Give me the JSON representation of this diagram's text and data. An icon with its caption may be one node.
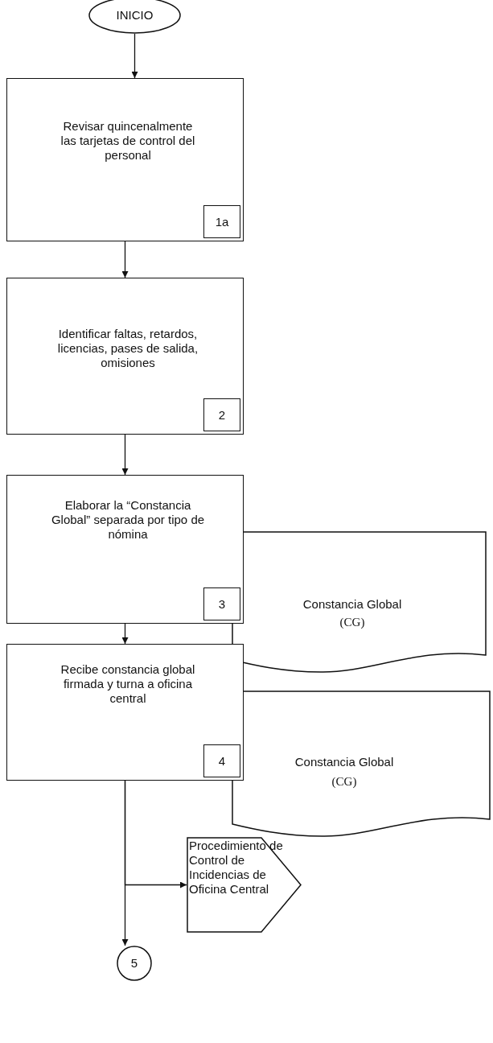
{
  "diagram": {
    "nodes": [
      {
        "text": [
          "INICIO"
        ]
      },
      {
        "text": [
          "Revisar quincenalmente las tarjetas de control del personal"
        ]
      },
      {
        "text": [
          "1a"
        ],
        "in": 1
      },
      {
        "text": [
          "Identificar faltas, retardos, licencias, pases de salida, omisiones"
        ]
      },
      {
        "text": [
          "2"
        ],
        "in": 3
      },
      {
        "text": [
          "Elaborar la “Constancia Global” separada por tipo de nómina"
        ]
      },
      {
        "text": [
          "3"
        ],
        "in": 5
      },
      {
        "text": [
          "Constancia Global",
          "(CG)"
        ]
      },
      {
        "text": [
          "Recibe constancia global firmada y turna a oficina central"
        ]
      },
      {
        "text": [
          "4"
        ],
        "in": 8
      },
      {
        "text": [
          "Constancia Global",
          "(CG)"
        ]
      },
      {
        "text": [
          "Procedimiento de Control de Incidencias de Oficina Central"
        ]
      },
      {
        "text": [
          "5"
        ]
      }
    ],
    "edges": [
      {
        "from": 0,
        "to": 1,
        "arrow": "to"
      },
      {
        "from": 1,
        "to": 3,
        "arrow": "to"
      },
      {
        "from": 3,
        "to": 5,
        "arrow": "to"
      },
      {
        "from": 5,
        "to": 8,
        "arrow": "to"
      },
      {
        "from": 8,
        "to": 11,
        "arrow": "to"
      },
      {
        "from": 8,
        "to": 12,
        "arrow": "to"
      }
    ]
  }
}
